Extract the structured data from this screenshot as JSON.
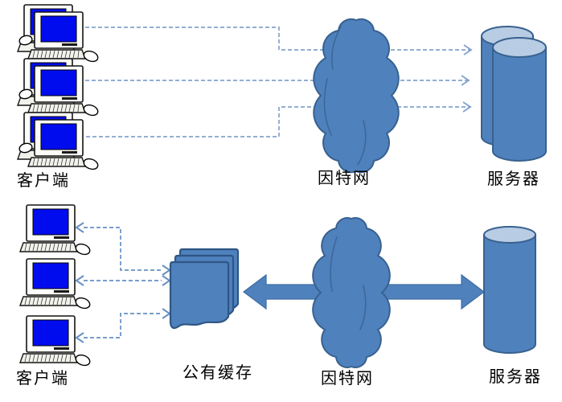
{
  "top_diagram": {
    "clients_label": "客户端",
    "internet_label": "因特网",
    "server_label": "服务器",
    "client_count": 3,
    "server_cylinder_count": 2
  },
  "bottom_diagram": {
    "clients_label": "客户端",
    "cache_label": "公有缓存",
    "internet_label": "因特网",
    "server_label": "服务器",
    "client_count": 3,
    "server_cylinder_count": 1
  },
  "icons": {
    "client": "desktop-computer",
    "internet": "cloud",
    "server": "database-cylinder",
    "cache": "stacked-documents",
    "top_links": "dashed-arrow",
    "bottom_links": "dashed-double-arrow",
    "backbone": "thick-double-arrow"
  },
  "colors": {
    "shape_fill": "#4f81bd",
    "shape_stroke": "#38618f",
    "cylinder_top": "#b8cce4",
    "screen_blue": "#000cee",
    "dashed_line": "#84a3cd",
    "background": "#ffffff",
    "label_text": "#000000"
  }
}
